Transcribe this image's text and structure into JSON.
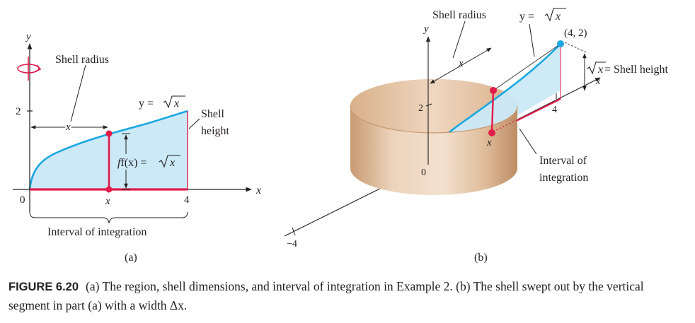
{
  "colors": {
    "curve": "#1aa7e1",
    "region": "#cbe9f7",
    "segment": "#e11b4a",
    "shell": "#e2c1a3",
    "text": "#231f20"
  },
  "panel_a": {
    "y_axis": "y",
    "x_axis": "x",
    "tick_2": "2",
    "origin": "0",
    "tick_4": "4",
    "x_marker": "x",
    "shell_radius_label": "Shell radius",
    "radius_var": "x",
    "curve_label_lhs": "y = ",
    "curve_label_rad": "x",
    "fx_lhs": "f(x) = ",
    "fx_rad": "x",
    "shell_height_line1": "Shell",
    "shell_height_line2": "height",
    "interval_label": "Interval of integration",
    "sublabel": "(a)",
    "rotation_icon": "rotation-arrow-icon"
  },
  "panel_b": {
    "shell_radius_label": "Shell radius",
    "curve_label_lhs": "y = ",
    "curve_label_rad": "x",
    "y_axis": "y",
    "point_label": "(4, 2)",
    "radius_var": "x",
    "height_rad": "x",
    "height_rhs": " = Shell height",
    "x_axis": "x",
    "tick_2": "2",
    "tick_4": "4",
    "origin": "0",
    "x_marker": "x",
    "interval_line1": "Interval of",
    "interval_line2": "integration",
    "neg_tick": "−4",
    "sublabel": "(b)"
  },
  "caption": {
    "label": "FIGURE 6.20",
    "text": "(a) The region, shell dimensions, and interval of integration in Example 2. (b) The shell swept out by the vertical segment in part (a) with a width Δx."
  }
}
